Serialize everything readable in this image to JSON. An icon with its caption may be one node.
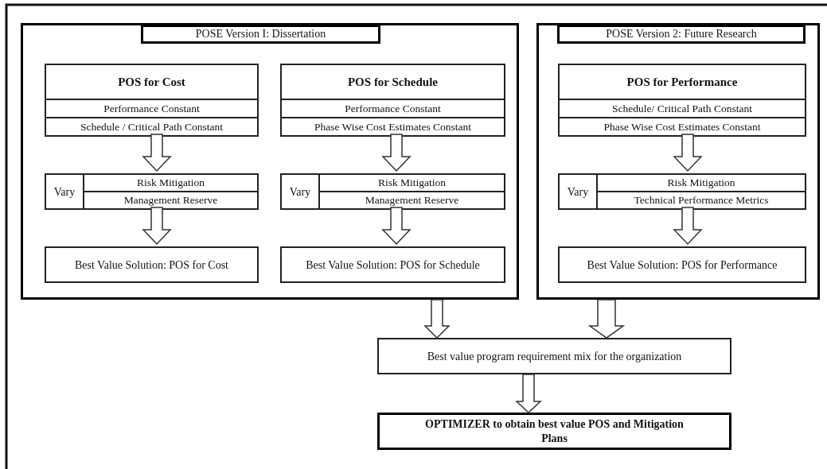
{
  "diagram": {
    "nodes": [
      {
        "text": [
          "POSE Version I: Dissertation"
        ]
      },
      {
        "text": [
          "POS for Cost",
          "Performance Constant",
          "Schedule / Critical Path Constant"
        ],
        "in": 0
      },
      {
        "text": [
          "Vary",
          "Risk Mitigation",
          "Management Reserve"
        ],
        "in": 0
      },
      {
        "text": [
          "Best Value Solution: POS for Cost"
        ],
        "in": 0
      },
      {
        "text": [
          "POS for Schedule",
          "Performance Constant",
          "Phase Wise Cost Estimates Constant"
        ],
        "in": 0
      },
      {
        "text": [
          "Vary",
          "Risk Mitigation",
          "Management Reserve"
        ],
        "in": 0
      },
      {
        "text": [
          "Best Value Solution: POS for Schedule"
        ],
        "in": 0
      },
      {
        "text": [
          "POSE Version 2: Future Research"
        ]
      },
      {
        "text": [
          "POS for Performance",
          "Schedule/ Critical Path Constant",
          "Phase Wise Cost Estimates Constant"
        ],
        "in": 7
      },
      {
        "text": [
          "Vary",
          "Risk Mitigation",
          "Technical Performance Metrics"
        ],
        "in": 7
      },
      {
        "text": [
          "Best Value Solution: POS for Performance"
        ],
        "in": 7
      },
      {
        "text": [
          "Best value program requirement mix for the organization"
        ]
      },
      {
        "text": [
          "OPTIMIZER to obtain best value POS and Mitigation Plans"
        ]
      }
    ],
    "edges": [
      {
        "from": 1,
        "to": 2,
        "arrow": "to"
      },
      {
        "from": 2,
        "to": 3,
        "arrow": "to"
      },
      {
        "from": 4,
        "to": 5,
        "arrow": "to"
      },
      {
        "from": 5,
        "to": 6,
        "arrow": "to"
      },
      {
        "from": 8,
        "to": 9,
        "arrow": "to"
      },
      {
        "from": 9,
        "to": 10,
        "arrow": "to"
      },
      {
        "from": 0,
        "to": 11,
        "arrow": "to"
      },
      {
        "from": 7,
        "to": 11,
        "arrow": "to"
      },
      {
        "from": 11,
        "to": 12,
        "arrow": "to"
      }
    ]
  }
}
